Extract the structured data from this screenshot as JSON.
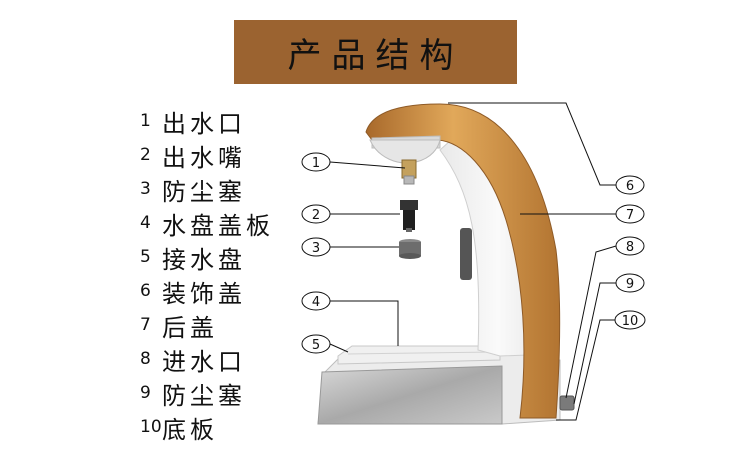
{
  "title": "产品结构",
  "legend": [
    {
      "num": "1",
      "label": "出水口"
    },
    {
      "num": "2",
      "label": "出水嘴"
    },
    {
      "num": "3",
      "label": "防尘塞"
    },
    {
      "num": "4",
      "label": "水盘盖板"
    },
    {
      "num": "5",
      "label": "接水盘"
    },
    {
      "num": "6",
      "label": "装饰盖"
    },
    {
      "num": "7",
      "label": "后盖"
    },
    {
      "num": "8",
      "label": "进水口"
    },
    {
      "num": "9",
      "label": "防尘塞"
    },
    {
      "num": "10",
      "label": "底板"
    }
  ],
  "callouts": [
    "1",
    "2",
    "3",
    "4",
    "5",
    "6",
    "7",
    "8",
    "9",
    "10"
  ],
  "colors": {
    "banner": "#9b6330",
    "gold_light": "#e1a85a",
    "gold_dark": "#a8692b",
    "white_body": "#f4f4f4"
  }
}
